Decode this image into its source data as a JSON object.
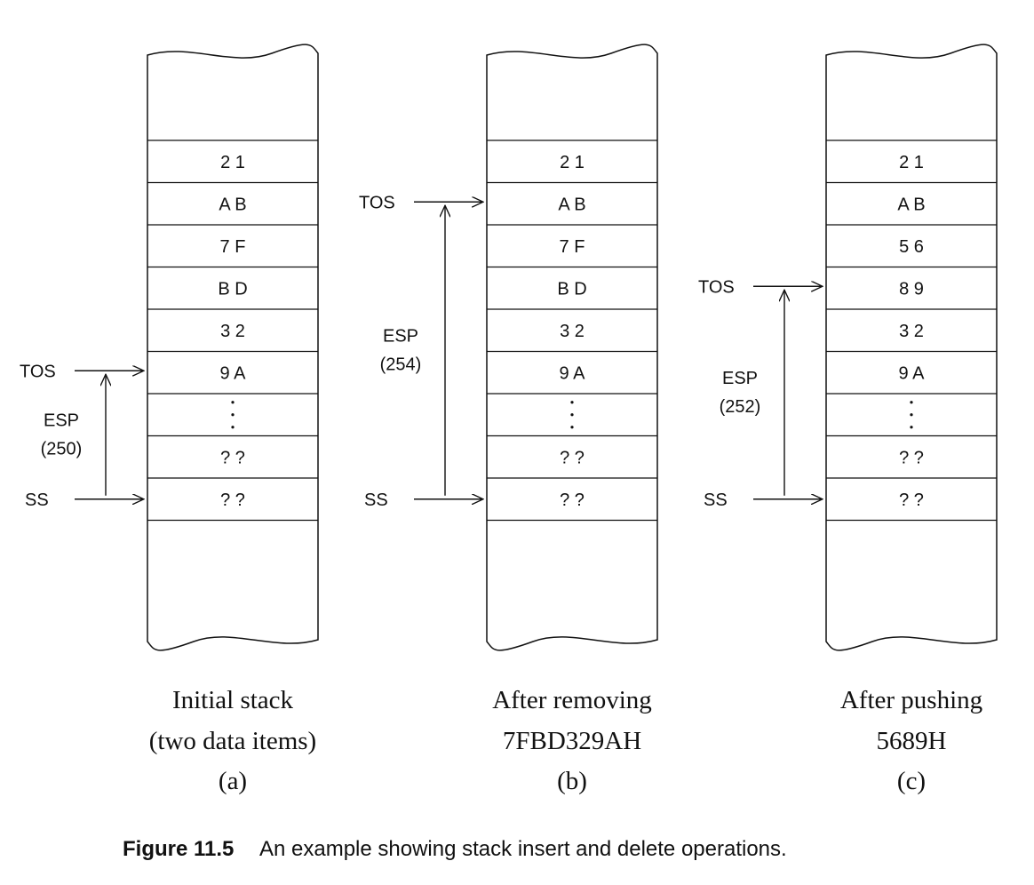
{
  "figure": {
    "number": "Figure 11.5",
    "caption": "An example showing stack insert and delete operations."
  },
  "panels": [
    {
      "id": "a",
      "cells": [
        "2 1",
        "A B",
        "7 F",
        "B D",
        "3 2",
        "9 A",
        "⋮",
        "? ?",
        "? ?"
      ],
      "tos_label": "TOS",
      "ss_label": "SS",
      "esp_label": "ESP",
      "esp_value": "(250)",
      "tos_index": 5,
      "ss_index": 8,
      "caption_line1": "Initial stack",
      "caption_line2": "(two data items)",
      "caption_tag": "(a)"
    },
    {
      "id": "b",
      "cells": [
        "2 1",
        "A B",
        "7 F",
        "B D",
        "3 2",
        "9 A",
        "⋮",
        "? ?",
        "? ?"
      ],
      "tos_label": "TOS",
      "ss_label": "SS",
      "esp_label": "ESP",
      "esp_value": "(254)",
      "tos_index": 1,
      "ss_index": 8,
      "caption_line1": "After removing",
      "caption_line2": "7FBD329AH",
      "caption_tag": "(b)"
    },
    {
      "id": "c",
      "cells": [
        "2 1",
        "A B",
        "5 6",
        "8 9",
        "3 2",
        "9 A",
        "⋮",
        "? ?",
        "? ?"
      ],
      "tos_label": "TOS",
      "ss_label": "SS",
      "esp_label": "ESP",
      "esp_value": "(252)",
      "tos_index": 3,
      "ss_index": 8,
      "caption_line1": "After pushing",
      "caption_line2": "5689H",
      "caption_tag": "(c)"
    }
  ]
}
